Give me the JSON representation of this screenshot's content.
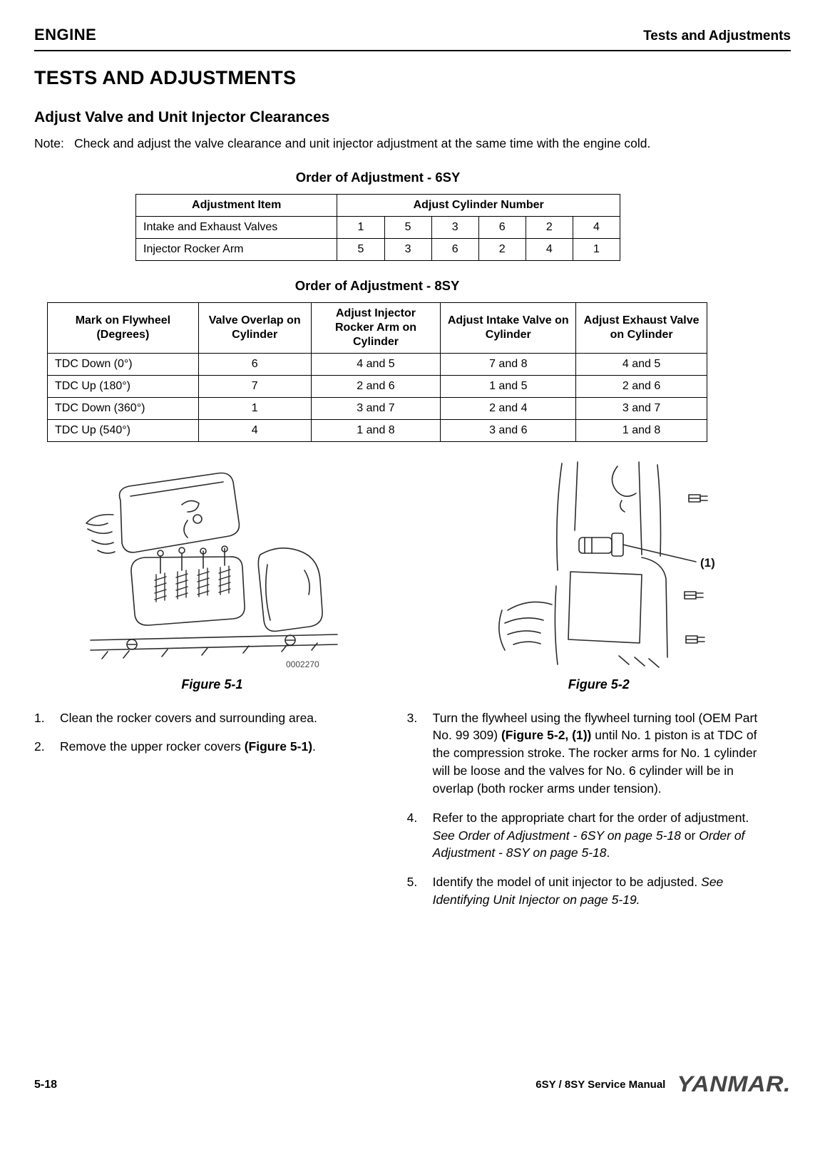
{
  "header": {
    "left_title": "ENGINE",
    "right_title": "Tests and Adjustments"
  },
  "titles": {
    "page_title": "TESTS AND ADJUSTMENTS",
    "section_title": "Adjust Valve and Unit Injector Clearances"
  },
  "note": {
    "label": "Note:",
    "text": "Check and adjust the valve clearance and unit injector adjustment at the same time with the engine cold."
  },
  "table_6sy": {
    "title": "Order of Adjustment - 6SY",
    "headers": {
      "item": "Adjustment Item",
      "cylinders": "Adjust Cylinder Number"
    },
    "rows": [
      {
        "item": "Intake and Exhaust Valves",
        "values": [
          "1",
          "5",
          "3",
          "6",
          "2",
          "4"
        ]
      },
      {
        "item": "Injector Rocker Arm",
        "values": [
          "5",
          "3",
          "6",
          "2",
          "4",
          "1"
        ]
      }
    ]
  },
  "table_8sy": {
    "title": "Order of Adjustment - 8SY",
    "headers": [
      "Mark on Flywheel (Degrees)",
      "Valve Overlap on Cylinder",
      "Adjust Injector Rocker Arm on Cylinder",
      "Adjust Intake Valve on Cylinder",
      "Adjust Exhaust Valve on Cylinder"
    ],
    "rows": [
      [
        "TDC Down (0°)",
        "6",
        "4 and 5",
        "7 and 8",
        "4 and 5"
      ],
      [
        "TDC Up (180°)",
        "7",
        "2 and 6",
        "1 and 5",
        "2 and 6"
      ],
      [
        "TDC Down (360°)",
        "1",
        "3 and 7",
        "2 and 4",
        "3 and 7"
      ],
      [
        "TDC Up (540°)",
        "4",
        "1 and 8",
        "3 and 6",
        "1 and 8"
      ]
    ]
  },
  "figures": {
    "fig1": {
      "caption": "Figure 5-1",
      "code": "0002270"
    },
    "fig2": {
      "caption": "Figure 5-2",
      "callout": "(1)"
    }
  },
  "steps": {
    "s1": {
      "num": "1.",
      "t0": "Clean the rocker covers and surrounding area."
    },
    "s2": {
      "num": "2.",
      "t0": "Remove the upper rocker covers ",
      "b1": "(Figure 5-1)",
      "t2": "."
    },
    "s3": {
      "num": "3.",
      "t0": "Turn the flywheel using the flywheel turning tool (OEM Part No. 99 309) ",
      "b1": "(Figure 5-2, (1))",
      "t2": " until No. 1 piston is at TDC of the compression stroke. The rocker arms for No. 1 cylinder will be loose and the valves for No. 6 cylinder will be in overlap (both rocker arms under tension)."
    },
    "s4": {
      "num": "4.",
      "t0": "Refer to the appropriate chart for the order of adjustment. ",
      "i1": "See Order of Adjustment - 6SY on page 5-18",
      "t2": " or ",
      "i3": "Order of Adjustment - 8SY on page 5-18",
      "t4": "."
    },
    "s5": {
      "num": "5.",
      "t0": "Identify the model of unit injector to be adjusted. ",
      "i1": "See Identifying Unit Injector on page 5-19."
    }
  },
  "footer": {
    "page_number": "5-18",
    "manual_title": "6SY / 8SY Service Manual",
    "brand": "YANMAR."
  }
}
